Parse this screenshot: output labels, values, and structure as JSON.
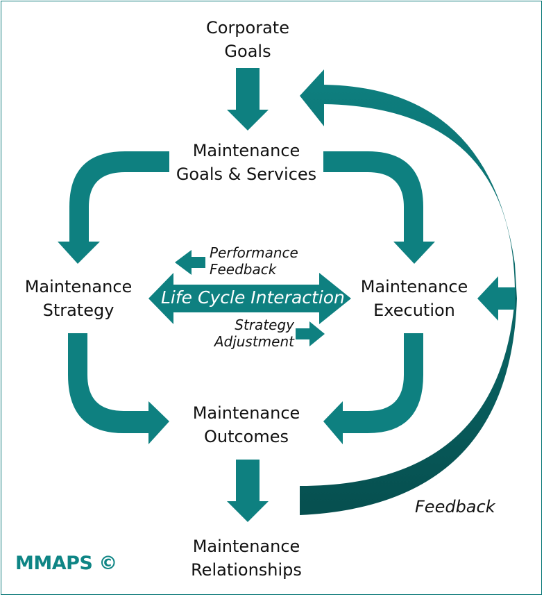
{
  "nodes": {
    "corporate_goals": [
      "Corporate",
      "Goals"
    ],
    "maintenance_goals_services": [
      "Maintenance",
      "Goals & Services"
    ],
    "maintenance_strategy": [
      "Maintenance",
      "Strategy"
    ],
    "maintenance_execution": [
      "Maintenance",
      "Execution"
    ],
    "maintenance_outcomes": [
      "Maintenance",
      "Outcomes"
    ],
    "maintenance_relationships": [
      "Maintenance",
      "Relationships"
    ]
  },
  "center": {
    "label": "Life Cycle Interaction",
    "performance_feedback": [
      "Performance",
      "Feedback"
    ],
    "strategy_adjustment": [
      "Strategy",
      "Adjustment"
    ]
  },
  "feedback_label": "Feedback",
  "brand": "MMAPS ©",
  "colors": {
    "arrow": "#0e8080",
    "arrow_dark": "#075f5f",
    "text": "#111111",
    "brand": "#0e8585"
  }
}
